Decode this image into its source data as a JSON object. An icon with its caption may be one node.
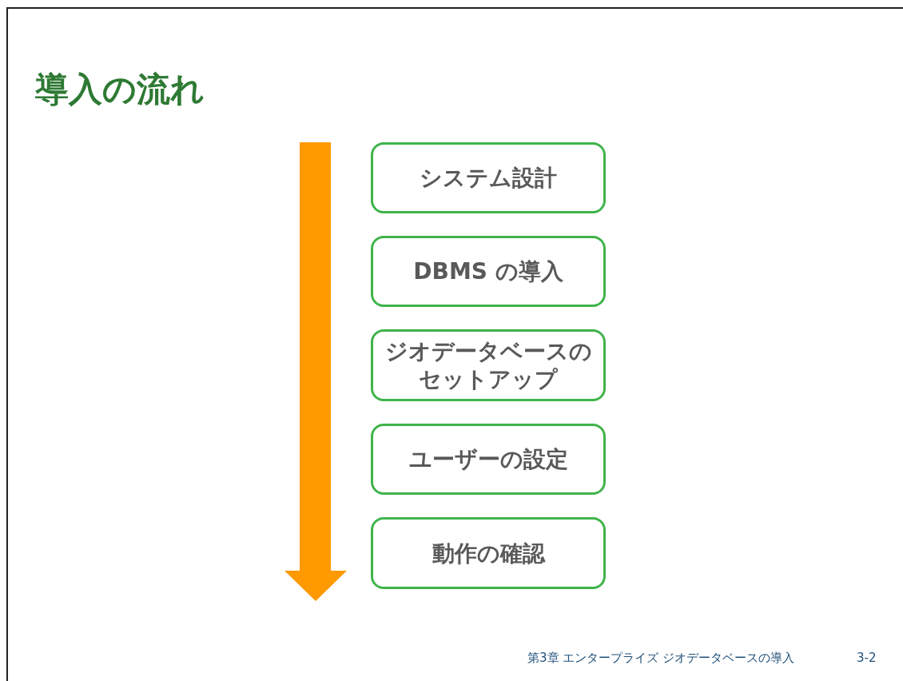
{
  "diagram": {
    "title": "導入の流れ",
    "nodes": [
      {
        "text": [
          "システム設計"
        ]
      },
      {
        "text": [
          "DBMS の導入"
        ]
      },
      {
        "text": [
          "ジオデータベースのセットアップ"
        ]
      },
      {
        "text": [
          "ユーザーの設定"
        ]
      },
      {
        "text": [
          "動作の確認"
        ]
      }
    ],
    "labels": [
      "第3章 エンタープライズ ジオデータベースの導入",
      "3-2"
    ]
  }
}
